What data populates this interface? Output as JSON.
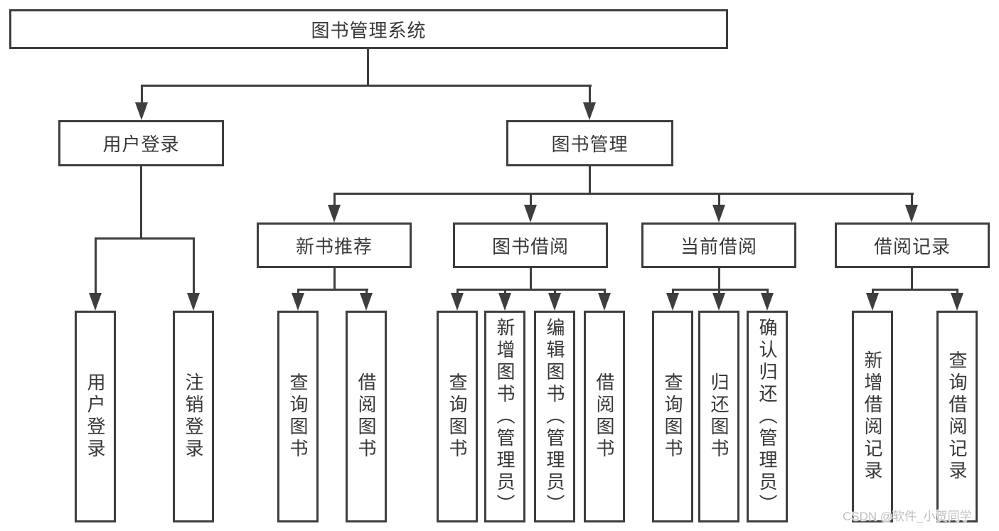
{
  "tree": {
    "root": "图书管理系统",
    "children": [
      {
        "label": "用户登录",
        "children": [
          {
            "label": "用户登录"
          },
          {
            "label": "注销登录"
          }
        ]
      },
      {
        "label": "图书管理",
        "children": [
          {
            "label": "新书推荐",
            "children": [
              {
                "label": "查询图书"
              },
              {
                "label": "借阅图书"
              }
            ]
          },
          {
            "label": "图书借阅",
            "children": [
              {
                "label": "查询图书"
              },
              {
                "label": "新增图书（管理员）"
              },
              {
                "label": "编辑图书（管理员）"
              },
              {
                "label": "借阅图书"
              }
            ]
          },
          {
            "label": "当前借阅",
            "children": [
              {
                "label": "查询图书"
              },
              {
                "label": "归还图书"
              },
              {
                "label": "确认归还（管理员）"
              }
            ]
          },
          {
            "label": "借阅记录",
            "children": [
              {
                "label": "新增借阅记录"
              },
              {
                "label": "查询借阅记录"
              }
            ]
          }
        ]
      }
    ]
  },
  "watermark": "CSDN @软件_小贺同学",
  "colors": {
    "line": "#3e3e3e",
    "text": "#383838",
    "watermark": "#c0c0c0",
    "background": "#ffffff"
  }
}
